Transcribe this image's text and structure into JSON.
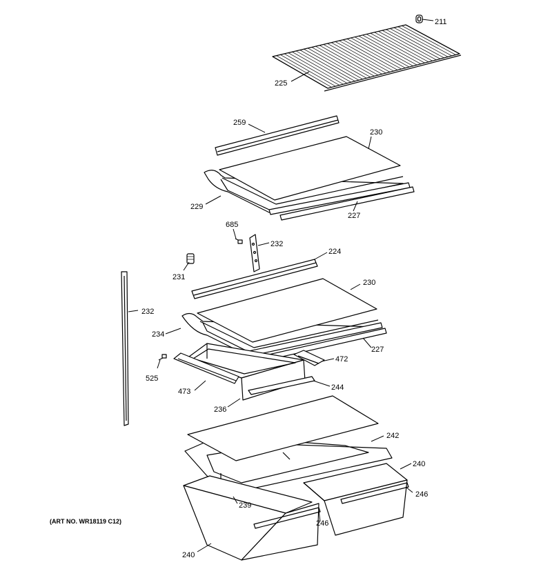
{
  "labels": {
    "p211": "211",
    "p225": "225",
    "p259": "259",
    "p230_top": "230",
    "p229": "229",
    "p227_top": "227",
    "p685": "685",
    "p232_center": "232",
    "p224": "224",
    "p231": "231",
    "p232_left": "232",
    "p230_mid": "230",
    "p234": "234",
    "p227_mid": "227",
    "p472": "472",
    "p525": "525",
    "p473": "473",
    "p244": "244",
    "p236": "236",
    "p242": "242",
    "p240_right": "240",
    "p246_right": "246",
    "p239": "239",
    "p246_mid": "246",
    "p240_left": "240"
  },
  "caption": "(ART NO. WR18119 C12)"
}
